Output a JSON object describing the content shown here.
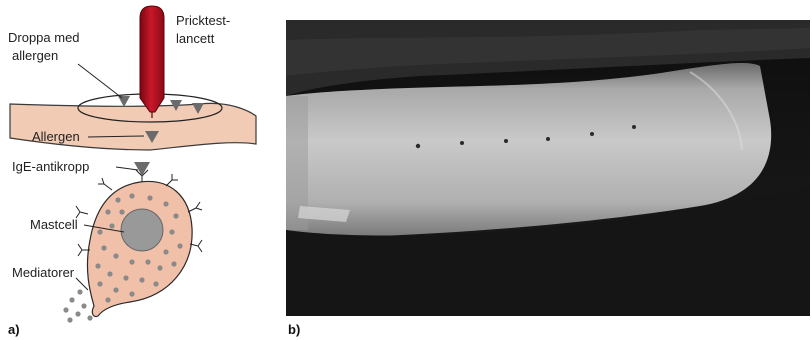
{
  "panel_a": {
    "letter": "a)",
    "labels": {
      "lancet": [
        "Pricktest-",
        "lancett"
      ],
      "drop": [
        "Droppa med",
        "allergen"
      ],
      "allergen": "Allergen",
      "ige": "IgE-antikropp",
      "mastcell": "Mastcell",
      "mediators": "Mediatorer"
    },
    "colors": {
      "lancet": "#b01020",
      "skin": "#f2cbb5",
      "cell": "#f0c0a8",
      "nucleus": "#999999",
      "granule": "#8a8a8a",
      "triangle": "#6b6b6b"
    }
  },
  "panel_b": {
    "letter": "b)",
    "description_icon": "forearm-photo"
  }
}
